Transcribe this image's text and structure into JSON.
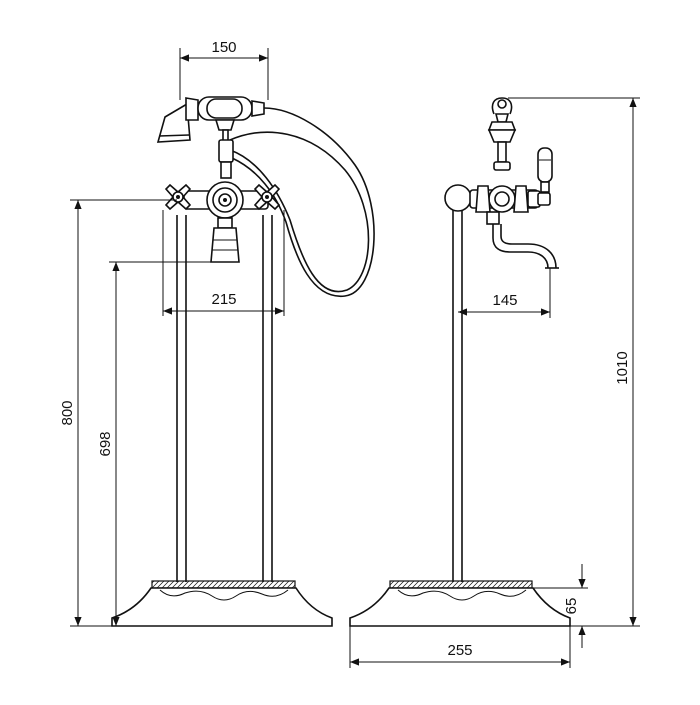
{
  "dimensions": {
    "handshower_width": "150",
    "pipe_spacing": "215",
    "total_height_front": "800",
    "spout_height": "698",
    "spout_projection": "145",
    "total_height_side": "1010",
    "base_height": "65",
    "base_width": "255"
  },
  "colors": {
    "line": "#111111",
    "background": "#ffffff"
  }
}
